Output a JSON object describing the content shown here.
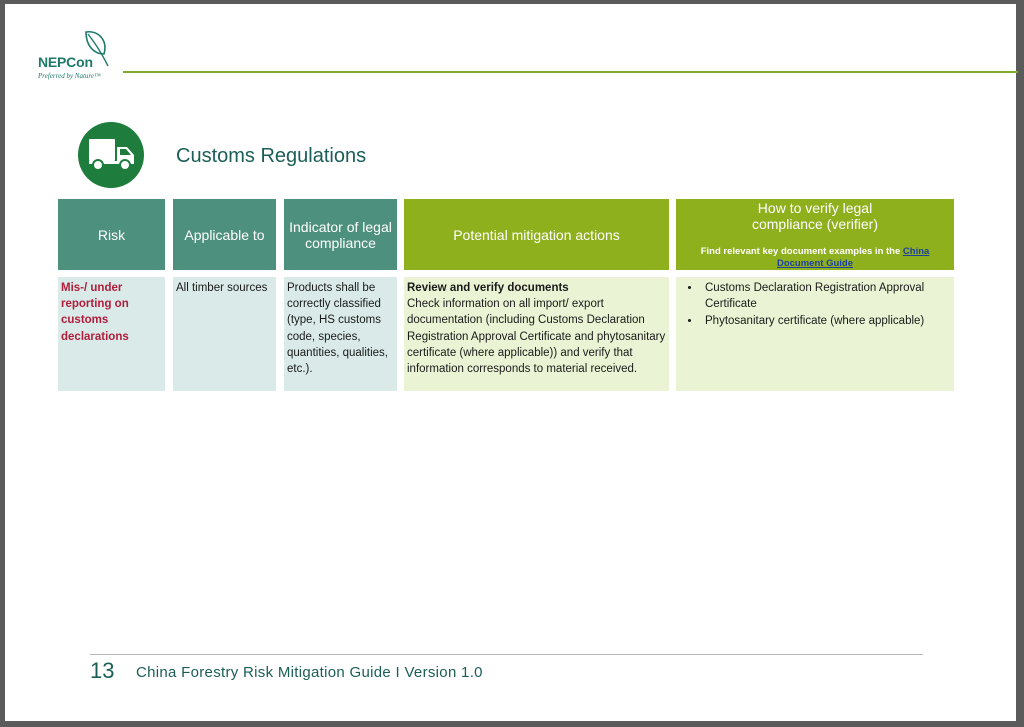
{
  "logo": {
    "name": "NEPCon",
    "tagline": "Preferred by Nature™"
  },
  "section": {
    "title": "Customs Regulations",
    "icon": "truck-icon"
  },
  "table": {
    "headers": {
      "risk": "Risk",
      "applicable": "Applicable to",
      "indicator": "Indicator of legal compliance",
      "mitigation": "Potential mitigation actions",
      "verifier": "How to verify legal compliance (verifier)",
      "verifier_note_prefix": "Find relevant key document examples in the ",
      "verifier_note_link": "China Document Guide"
    },
    "row": {
      "risk": "Mis-/ under reporting on customs declarations",
      "applicable": "All timber sources",
      "indicator": "Products shall be correctly classified (type, HS customs code, species, quantities, qualities, etc.).",
      "mitigation_title": "Review and verify documents",
      "mitigation_text": "Check information on all import/ export documentation (including Customs Declaration Registration Approval Certificate and phytosanitary certificate (where applicable)) and verify that information corresponds to material received.",
      "verifiers": [
        "Customs Declaration Registration Approval Certificate",
        "Phytosanitary certificate (where applicable)"
      ]
    }
  },
  "footer": {
    "page_number": "13",
    "text": "China Forestry Risk Mitigation Guide I Version 1.0"
  },
  "colors": {
    "header_teal": "#4e907e",
    "header_green": "#8fb01d",
    "cell_teal": "#d9eae8",
    "cell_green": "#eaf4d4",
    "risk_red": "#b01e3c",
    "badge_green": "#1e7d3c"
  }
}
